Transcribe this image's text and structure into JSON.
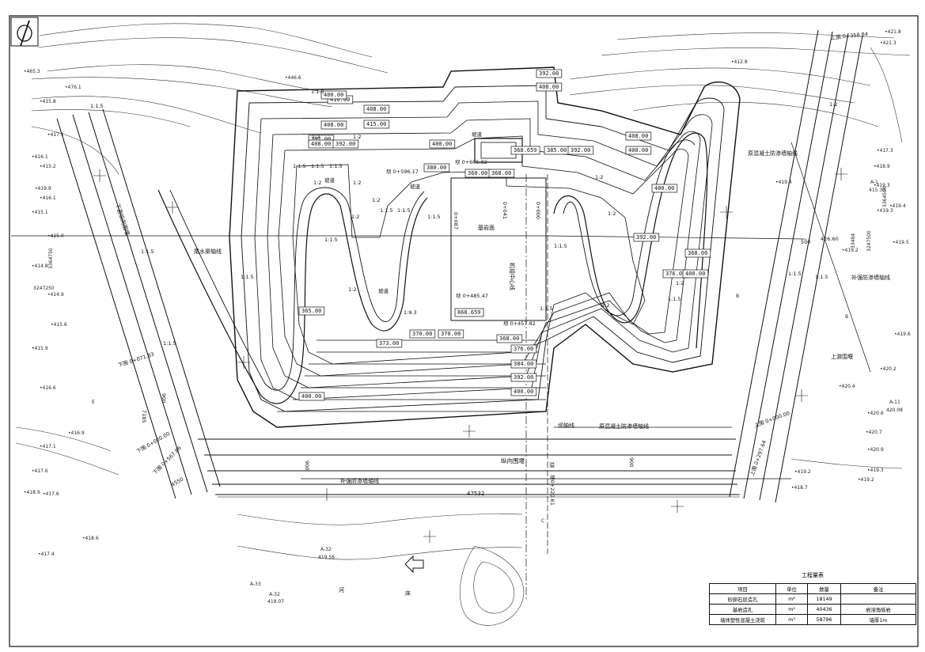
{
  "drawing": {
    "north_symbol": "north-arrow-icon",
    "axis_labels": {
      "tailrace_axis": "尾水渠轴线",
      "unit_center": "机组中心线",
      "dam_axis": "坝轴线",
      "orig_wall_axis_right": "原混凝土防渗墙轴线",
      "orig_wall_axis_bottom": "原混凝土防渗墙轴线",
      "reinforce_wall_right": "补强防渗墙轴线",
      "reinforce_wall_bottom": "补强防渗墙轴线",
      "longitudinal_cofferdam": "纵向围堰",
      "upstream_cofferdam": "上游围堰",
      "downstream_cofferdam": "下游纵向围堰",
      "bedrock_surface": "基岩面",
      "overflow_weir": "溢",
      "river": "河",
      "bed": "床"
    },
    "station_labels": {
      "dam_596": "坝 0+596.17",
      "dam_605": "坝 0+605.82",
      "dam_485": "坝 0+485.47",
      "dam_457": "坝 0+457.82",
      "lower_start": "下围 0+071.83",
      "lower_000": "下围 0+000.00",
      "lower_567": "下围 0+567.86",
      "upper_start": "上围 0+358.84",
      "upper_000": "上围 0+000.00",
      "upper_297": "上围 0+297.64",
      "vert_087": "0+087",
      "vert_041": "0+041",
      "vert_000": "0+000",
      "dam_220": "坝0+220.61"
    },
    "dimensions": {
      "long_47532": "47532",
      "d_900_left": "900",
      "d_900_bottom": "900",
      "d_900_right": "900",
      "d_4550": "4550",
      "d_500": "500",
      "d_426": "426.60",
      "d_7185": "7185"
    },
    "elevation_boxes": [
      "416.00",
      "408.00",
      "392.00",
      "400.00",
      "408.00",
      "415.00",
      "408.00",
      "392.00",
      "400.00",
      "380.00",
      "360.00",
      "368.00",
      "368.659",
      "385.00",
      "392.00",
      "400.00",
      "408.00",
      "384.00",
      "392.00",
      "400.00",
      "376.00",
      "368.00",
      "373.00",
      "370.00",
      "370.00",
      "365.00",
      "868.659",
      "400.00",
      "408.00",
      "392.00",
      "400.00",
      "376.00",
      "368.00",
      "392.00",
      "400.00"
    ],
    "slope_labels": [
      "1:1.5",
      "1:1.5",
      "1:2",
      "1:2",
      "1:1.5",
      "1:1.5",
      "1:1.5",
      "1:2",
      "1:2",
      "1:1.5",
      "1:1.5",
      "1:2",
      "1:1.5",
      "1:1.5",
      "1:1.5",
      "1:1.5",
      "1:2",
      "1:2",
      "1:1.5",
      "1:2",
      "1:2",
      "1:1.5",
      "1:9.3",
      "1:1.5",
      "1:2",
      "1:1.5",
      "1:1.5",
      "1:2",
      "1:1.5",
      "1:2"
    ],
    "ramp_labels": [
      "坡道",
      "坡道",
      "坡道",
      "坡道"
    ],
    "spot_elevations_left": [
      "465.3",
      "476.1",
      "446.6",
      "415.8",
      "417.1",
      "415.2",
      "416.1",
      "419.9",
      "416.1",
      "415.1",
      "415.0",
      "414.8",
      "414.9",
      "415.9",
      "415.6",
      "416.6",
      "417.1",
      "417.6",
      "417.6",
      "416.9",
      "418.6",
      "417.4",
      "418.9"
    ],
    "spot_elevations_right": [
      "421.8",
      "421.3",
      "412.8",
      "419.4",
      "417.3",
      "418.9",
      "419.3",
      "419.4",
      "419.5",
      "419.3",
      "419.2",
      "419.6",
      "420.2",
      "420.6",
      "420.7",
      "420.9",
      "420.4",
      "419.2",
      "419.3",
      "418.7",
      "419.2"
    ],
    "section_marks": [
      "A-32",
      "A-32",
      "A-11",
      "A-1",
      "A-33",
      "B",
      "B",
      "E",
      "C"
    ],
    "section_values": [
      "419.56",
      "419.07",
      "420.08",
      "415.30"
    ],
    "coord_marks": [
      "3247250",
      "3364750",
      "3247500",
      "3364500",
      "33484"
    ]
  },
  "quantity_table": {
    "caption": "工程量表",
    "headers": [
      "项目",
      "单位",
      "数量",
      "备注"
    ],
    "rows": [
      {
        "item": "砂卵石层造孔",
        "unit": "m²",
        "qty": "18149",
        "note": ""
      },
      {
        "item": "基岩造孔",
        "unit": "m²",
        "qty": "40436",
        "note": "岩溶角砾岩"
      },
      {
        "item": "墙体塑性混凝土浇筑",
        "unit": "m³",
        "qty": "58796",
        "note": "墙厚1m"
      }
    ]
  }
}
